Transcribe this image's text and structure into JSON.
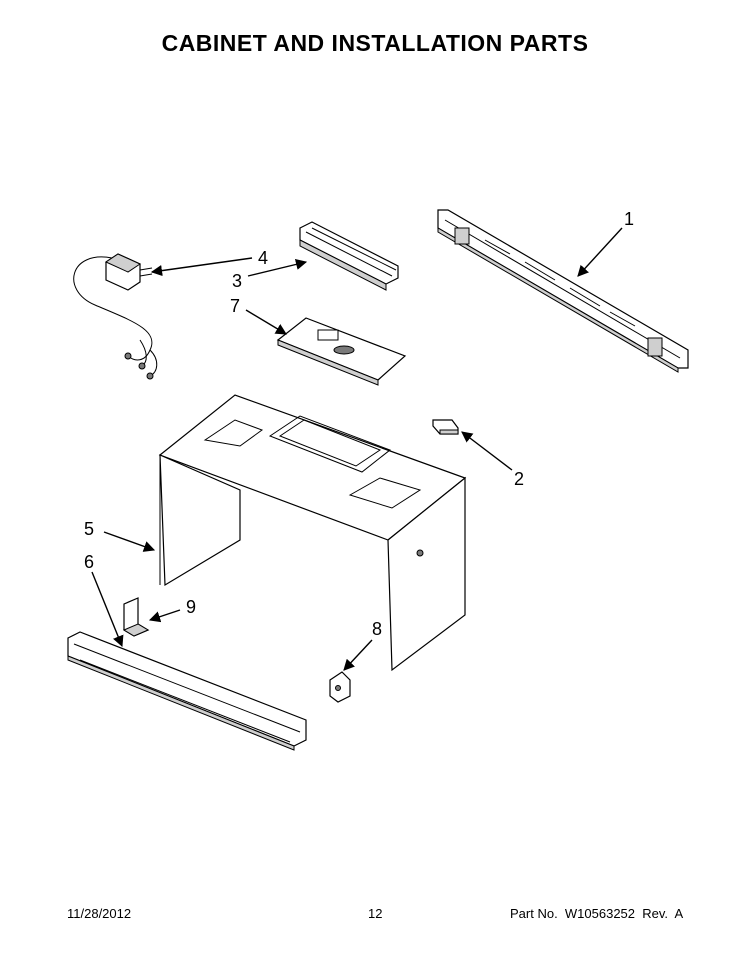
{
  "title": "CABINET AND INSTALLATION PARTS",
  "callouts": [
    "1",
    "2",
    "3",
    "4",
    "5",
    "6",
    "7",
    "8",
    "9"
  ],
  "footer": {
    "date": "11/28/2012",
    "page": "12",
    "part_no": "Part No.  W10563252  Rev.  A"
  }
}
